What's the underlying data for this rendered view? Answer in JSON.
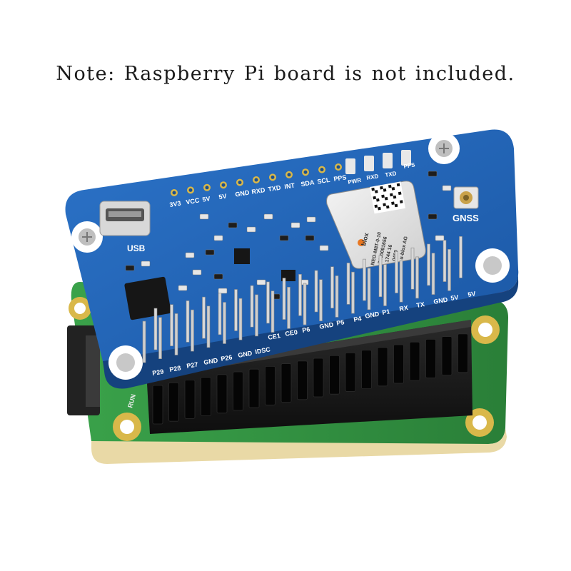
{
  "note_text": "Note: Raspberry Pi board is not included.",
  "labels": {
    "usb": "USB",
    "gnss": "GNSS",
    "pwr": "PWR",
    "rxd": "RXD",
    "txd": "TXD",
    "pps": "PPS",
    "top_header": [
      "3V3",
      "VCC",
      "5V",
      "5V",
      "GND",
      "RXD",
      "TXD",
      "INT",
      "SDA",
      "SCL",
      "PPS"
    ],
    "pin_row_right": [
      "GND",
      "P1",
      "RX",
      "TX",
      "GND",
      "5V",
      "5V"
    ],
    "pin_row_mid": [
      "CE1",
      "CE0",
      "P6",
      "GND",
      "P5",
      "P4"
    ],
    "pin_row_left": [
      "P29",
      "P28",
      "P27",
      "GND",
      "P26",
      "GND",
      "IDSC"
    ],
    "pi_run": "RUN",
    "module_brand": "blox",
    "module_text": [
      "NEO-M8T-0-10",
      "7400091656",
      "1744 16",
      "0400",
      "u-blox AG"
    ]
  },
  "colors": {
    "board_blue": "#1f63b5",
    "pi_green": "#2e8b3e",
    "header_black": "#1a1a1a"
  }
}
